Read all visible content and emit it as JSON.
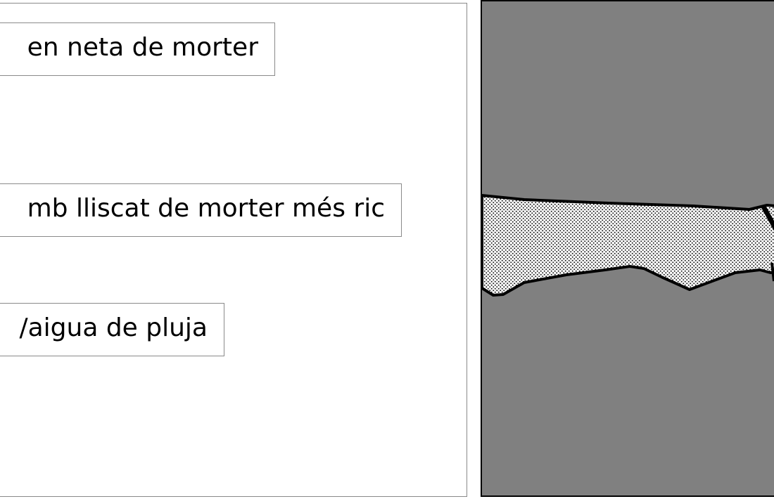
{
  "labels": {
    "top": "en neta de morter",
    "middle": "mb lliscat de morter més ric",
    "bottom": "/aigua de pluja"
  },
  "illustration": {
    "icon": "masonry-joint-section",
    "colors": {
      "masonry": "#808080",
      "mortar_dots": "#1a1a1a",
      "mortar_background": "#ffffff",
      "outline": "#000000"
    }
  }
}
